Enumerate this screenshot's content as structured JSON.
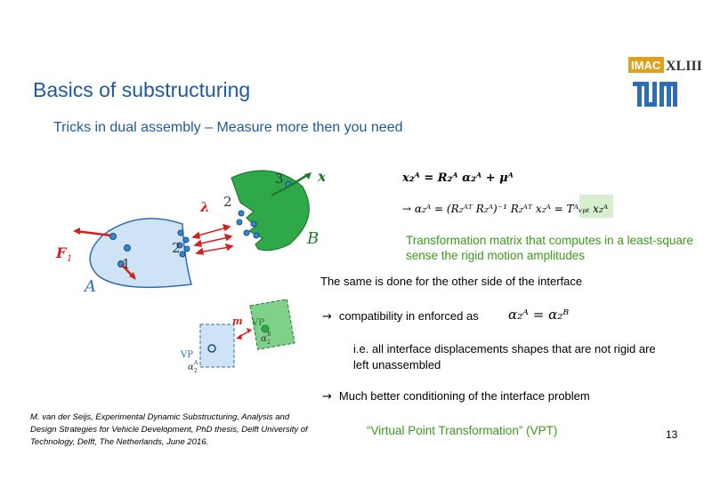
{
  "slide": {
    "title": "Basics of substructuring",
    "subtitle": "Tricks in dual assembly – Measure more then you need",
    "page_number": "13"
  },
  "logos": {
    "conference": "IMAC XLIII",
    "university": "TUM"
  },
  "diagram": {
    "label_A": "A",
    "label_B": "B",
    "label_F1": "F",
    "label_F1_sub": "1",
    "label_lambda": "λ",
    "label_x3": "x",
    "label_x3_sub": "3",
    "node_1": "1",
    "node_2_left": "2",
    "node_2_right": "2",
    "node_3": "3",
    "label_m": "m",
    "vp_left": "VP",
    "vp_right": "VP",
    "alpha_left": "α",
    "alpha_left_sup": "A",
    "alpha_left_sub": "2",
    "alpha_right": "α",
    "alpha_right_sup": "B",
    "alpha_right_sub": "2"
  },
  "equations": {
    "eq1": "x₂ᴬ = R₂ᴬ α₂ᴬ + μᴬ",
    "eq2": "→ α₂ᴬ = (R₂ᴬᵀ R₂ᴬ)⁻¹ R₂ᴬᵀ x₂ᴬ = Tᴬᵥₚₜ x₂ᴬ",
    "compat": "α₂ᴬ = α₂ᴮ"
  },
  "text": {
    "green_note": "Transformation matrix that computes in a least-square sense the rigid motion amplitudes",
    "same_done": "The same is done for the other side of the interface",
    "bullet1": "compatibility in enforced as",
    "bullet1_detail": "i.e. all interface displacements shapes that are not rigid are left unassembled",
    "bullet2": "Much better conditioning of the interface problem",
    "vpt": "“Virtual Point Transformation” (VPT)",
    "bullet_symbol": "→"
  },
  "reference": "M. van der Seijs, Experimental Dynamic Substructuring, Analysis and Design Strategies for Vehicle Development, PhD thesis, Delft University of Technology, Delft, The Netherlands, June 2016.",
  "colors": {
    "title": "#1f5aa0",
    "green": "#3a9a1a",
    "red": "#d62020",
    "blue_body": "#cfe3f6",
    "green_body": "#2fa84a"
  }
}
